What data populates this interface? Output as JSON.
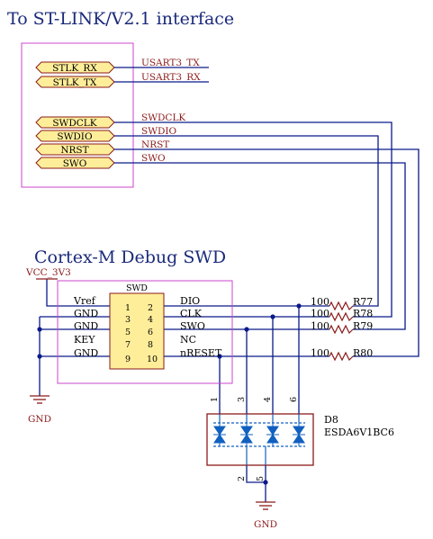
{
  "title": "To ST-LINK/V2.1 interface",
  "section_title": "Cortex-M Debug SWD",
  "ports": [
    "STLK_RX",
    "STLK_TX",
    "SWDCLK",
    "SWDIO",
    "NRST",
    "SWO"
  ],
  "nets": {
    "usart_tx": "USART3_TX",
    "usart_rx": "USART3_RX",
    "swdclk": "SWDCLK",
    "swdio": "SWDIO",
    "nrst": "NRST",
    "swo": "SWO"
  },
  "power": {
    "vcc": "VCC_3V3",
    "gnd": "GND"
  },
  "connector": {
    "name": "SWD",
    "left_labels": [
      "Vref",
      "GND",
      "GND",
      "KEY",
      "GND"
    ],
    "right_labels": [
      "DIO",
      "CLK",
      "SWO",
      "NC",
      "nRESET"
    ],
    "left_pins": [
      "1",
      "3",
      "5",
      "7",
      "9"
    ],
    "right_pins": [
      "2",
      "4",
      "6",
      "8",
      "10"
    ]
  },
  "resistors": [
    {
      "value": "100",
      "ref": "R77"
    },
    {
      "value": "100",
      "ref": "R78"
    },
    {
      "value": "100",
      "ref": "R79"
    },
    {
      "value": "100",
      "ref": "R80"
    }
  ],
  "tvs": {
    "ref": "D8",
    "part": "ESDA6V1BC6",
    "top_pins": [
      "1",
      "3",
      "4",
      "6"
    ],
    "bottom_pins": [
      "2",
      "5"
    ]
  },
  "colors": {
    "wire": "#0a1a8a",
    "box": "#cc44cc",
    "port_fill": "#ffee99",
    "part": "#8b1a1a",
    "diode": "#1060c0"
  }
}
